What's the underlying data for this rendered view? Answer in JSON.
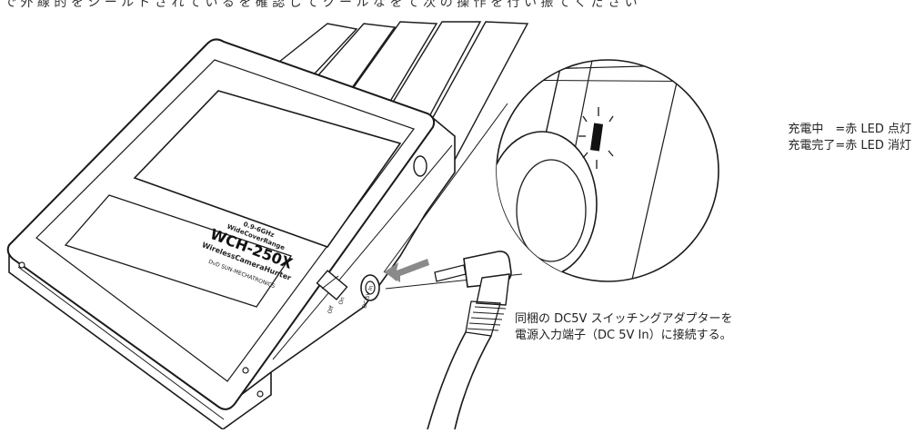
{
  "top_caption": "で 外 線 的 を シ ー ル ド さ れ て い る を 確 認 し て ク ー ル な を て 次 の 操 作 を 行 い 振 て く だ さ い",
  "device": {
    "band": "0.9-6GHz",
    "range": "WideCoverRange",
    "model": "WCH-250X",
    "name": "WirelessCameraHunter",
    "maker": "DvD SUN-MECHATRONICS",
    "port_label": "DC 5V In",
    "switch_off": "Off",
    "switch_on": "On"
  },
  "led_legend": {
    "line1": "充電中　=赤 LED 点灯",
    "line2": "充電完了=赤 LED 消灯"
  },
  "adapter_note": {
    "line1": "同梱の DC5V スイッチングアダプターを",
    "line2": "電源入力端子（DC 5V In）に接続する。"
  },
  "colors": {
    "line": "#1a1a1a",
    "arrow": "#8a8a8a",
    "background": "#ffffff"
  }
}
